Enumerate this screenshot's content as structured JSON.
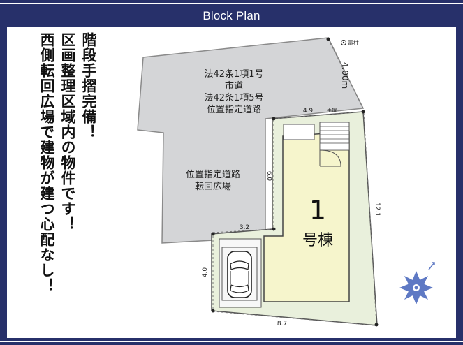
{
  "header": {
    "title": "Block Plan"
  },
  "promo": {
    "line1": "階段手摺完備！",
    "line2": "区画整理区域内の物件です！",
    "line3": "西側転回広場で建物が建つ心配なし！"
  },
  "plan": {
    "road_label_1": "法42条1項1号",
    "road_label_2": "市道",
    "road_label_3": "法42条1項5号",
    "road_label_4": "位置指定道路",
    "road_width": "4.00m",
    "pole_label": "電柱",
    "handrail_label": "手摺",
    "turnaround_label_1": "位置指定道路",
    "turnaround_label_2": "転回広場",
    "building_number": "1",
    "building_label": "号棟",
    "dim_top": "4.9",
    "dim_left_upper": "6.0",
    "dim_mid": "3.2",
    "dim_left_lower": "4.0",
    "dim_bottom": "8.7",
    "dim_right": "12.1"
  },
  "colors": {
    "frame": "#27306a",
    "road": "#d4d5d7",
    "building": "#f6f5cc",
    "yard": "#e9f0dc",
    "compass": "#5e79c4"
  }
}
